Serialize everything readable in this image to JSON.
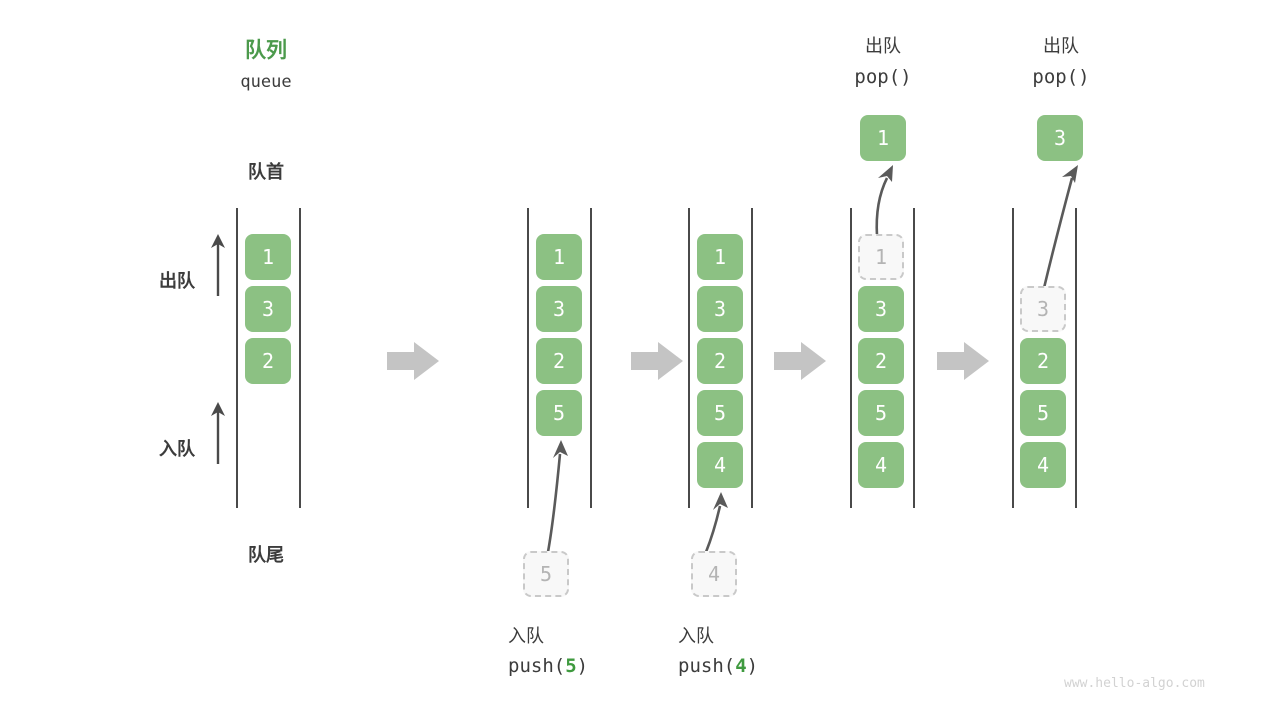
{
  "meta": {
    "watermark": "www.hello-algo.com",
    "accent_green": "#8cc183",
    "title_green": "#4c9a4c",
    "ghost_gray": "#b4b4b4",
    "arrow_gray": "#c4c4c4",
    "line_gray": "#4a4a4a"
  },
  "header": {
    "title_cn": "队列",
    "title_en": "queue"
  },
  "labels": {
    "front": "队首",
    "rear": "队尾",
    "dequeue": "出队",
    "enqueue": "入队"
  },
  "stages": [
    {
      "id": "initial",
      "cells": [
        "1",
        "3",
        "2"
      ],
      "caption_cn": "",
      "caption_code": ""
    },
    {
      "id": "push-5",
      "cells": [
        "1",
        "3",
        "2",
        "5"
      ],
      "ghost_value": "5",
      "caption_cn": "入队",
      "caption_code_prefix": "push(",
      "caption_code_arg": "5",
      "caption_code_suffix": ")"
    },
    {
      "id": "push-4",
      "cells": [
        "1",
        "3",
        "2",
        "5",
        "4"
      ],
      "ghost_value": "4",
      "caption_cn": "入队",
      "caption_code_prefix": "push(",
      "caption_code_arg": "4",
      "caption_code_suffix": ")"
    },
    {
      "id": "pop-1",
      "ghost_value": "1",
      "cells": [
        "3",
        "2",
        "5",
        "4"
      ],
      "popped_value": "1",
      "caption_cn": "出队",
      "caption_code": "pop()"
    },
    {
      "id": "pop-3",
      "ghost_value": "3",
      "cells": [
        "2",
        "5",
        "4"
      ],
      "popped_value": "3",
      "caption_cn": "出队",
      "caption_code": "pop()"
    }
  ],
  "transitions": [
    "arrow-right-icon",
    "arrow-right-icon",
    "arrow-right-icon",
    "arrow-right-icon"
  ]
}
